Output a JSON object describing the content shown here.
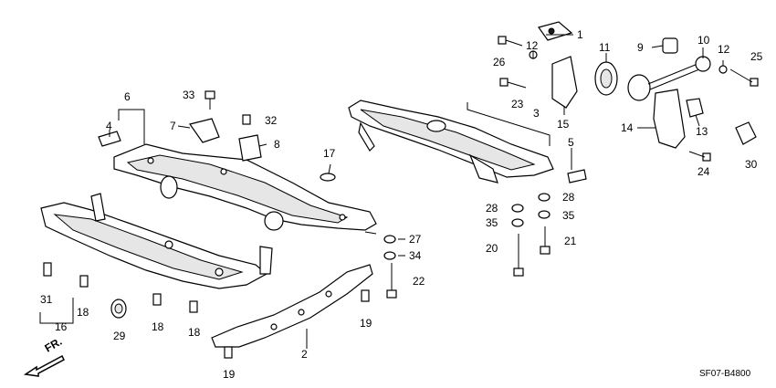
{
  "diagram_code": "SF07-B4800",
  "direction_label": "FR.",
  "callouts": {
    "c1": "1",
    "c2": "2",
    "c3": "3",
    "c4": "4",
    "c5": "5",
    "c6": "6",
    "c7": "7",
    "c8": "8",
    "c9": "9",
    "c10": "10",
    "c11": "11",
    "c12a": "12",
    "c12b": "12",
    "c13": "13",
    "c14": "14",
    "c15": "15",
    "c16": "16",
    "c17": "17",
    "c18a": "18",
    "c18b": "18",
    "c18c": "18",
    "c19a": "19",
    "c19b": "19",
    "c20": "20",
    "c21": "21",
    "c22": "22",
    "c23": "23",
    "c24": "24",
    "c25": "25",
    "c26": "26",
    "c27": "27",
    "c28a": "28",
    "c28b": "28",
    "c29": "29",
    "c30": "30",
    "c31": "31",
    "c32": "32",
    "c33": "33",
    "c34": "34",
    "c35a": "35",
    "c35b": "35"
  }
}
